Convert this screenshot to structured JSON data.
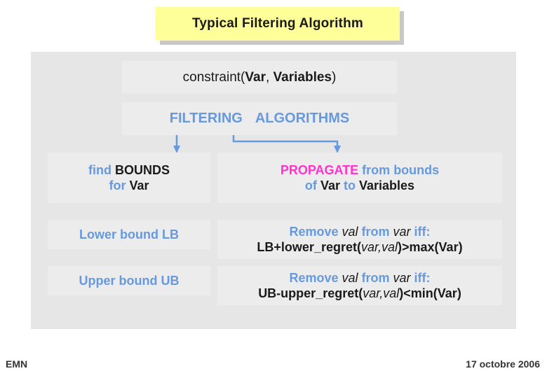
{
  "slide": {
    "title": "Typical Filtering Algorithm",
    "header_cell": {
      "prefix": "constraint(",
      "arg1": "Var",
      "comma": ", ",
      "arg2": "Variables",
      "suffix": ")"
    },
    "algorithms_cell": {
      "left": "FILTERING",
      "right": "ALGORITHMS"
    },
    "columns": {
      "left_header_line1_a": "find",
      "left_header_line1_b": "BOUNDS",
      "left_header_line2_a": "for",
      "left_header_line2_b": "Var",
      "right_header_line1_a": "PROPAGATE",
      "right_header_line1_b": "from",
      "right_header_line1_c": "bounds",
      "right_header_line2_a": "of",
      "right_header_line2_b": "Var",
      "right_header_line2_c": "to",
      "right_header_line2_d": "Variables"
    },
    "rows": [
      {
        "left": "Lower bound LB",
        "right_line1_a": "Remove ",
        "right_line1_b": "val",
        "right_line1_c": " from ",
        "right_line1_d": "var",
        "right_line1_e": " iff:",
        "right_line2_a": "LB+lower_regret(",
        "right_line2_b": "var",
        "right_line2_c": ",",
        "right_line2_d": "val",
        "right_line2_e": ")>max(",
        "right_line2_f": "Var",
        "right_line2_g": ")"
      },
      {
        "left": "Upper bound UB",
        "right_line1_a": "Remove ",
        "right_line1_b": "val",
        "right_line1_c": " from ",
        "right_line1_d": "var",
        "right_line1_e": " iff:",
        "right_line2_a": "UB-upper_regret(",
        "right_line2_b": "var",
        "right_line2_c": ",",
        "right_line2_d": "val",
        "right_line2_e": ")<min(",
        "right_line2_f": "Var",
        "right_line2_g": ")"
      }
    ],
    "footer": {
      "left": "EMN",
      "right": "17 octobre 2006"
    },
    "colors": {
      "title_background": "#ffff99",
      "panel_background": "#e6e6e6",
      "cell_background": "#ececec",
      "blue_accent": "#6699dd",
      "magenta_accent": "#ff33cc",
      "arrow_color": "#6699dd"
    }
  }
}
